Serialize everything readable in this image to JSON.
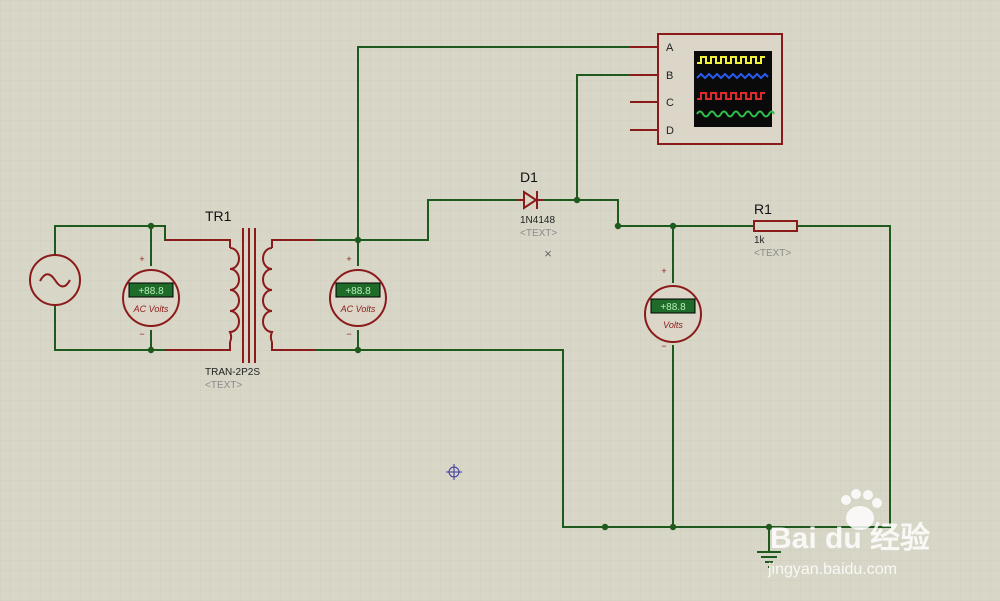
{
  "colors": {
    "background": "#d8d6c6",
    "grid": "#c6c4b4",
    "wire": "#1e5a1e",
    "component": "#8b1a1a",
    "label_text": "#111111",
    "placeholder_text": "#8a8a8a",
    "meter_display": "#1f6b2a",
    "meter_body": "#dcd6c8"
  },
  "transformer": {
    "ref": "TR1",
    "model": "TRAN-2P2S",
    "text_placeholder": "<TEXT>"
  },
  "diode": {
    "ref": "D1",
    "model": "1N4148",
    "text_placeholder": "<TEXT>"
  },
  "resistor": {
    "ref": "R1",
    "value": "1k",
    "text_placeholder": "<TEXT>"
  },
  "meters": [
    {
      "type_label": "AC Volts",
      "display": "+88.8",
      "plus": "+",
      "minus": "−"
    },
    {
      "type_label": "AC Volts",
      "display": "+88.8",
      "plus": "+",
      "minus": "−"
    },
    {
      "type_label": "Volts",
      "display": "+88.8",
      "plus": "+",
      "minus": "−"
    }
  ],
  "oscilloscope": {
    "channels": [
      {
        "label": "A",
        "color": "#f2f23a"
      },
      {
        "label": "B",
        "color": "#2a5cf0"
      },
      {
        "label": "C",
        "color": "#e02a2a"
      },
      {
        "label": "D",
        "color": "#2ec04a"
      }
    ]
  },
  "markers": {
    "no_connect": "×"
  },
  "watermark": {
    "brand": "Bai du 经验",
    "url": "jingyan.baidu.com"
  }
}
